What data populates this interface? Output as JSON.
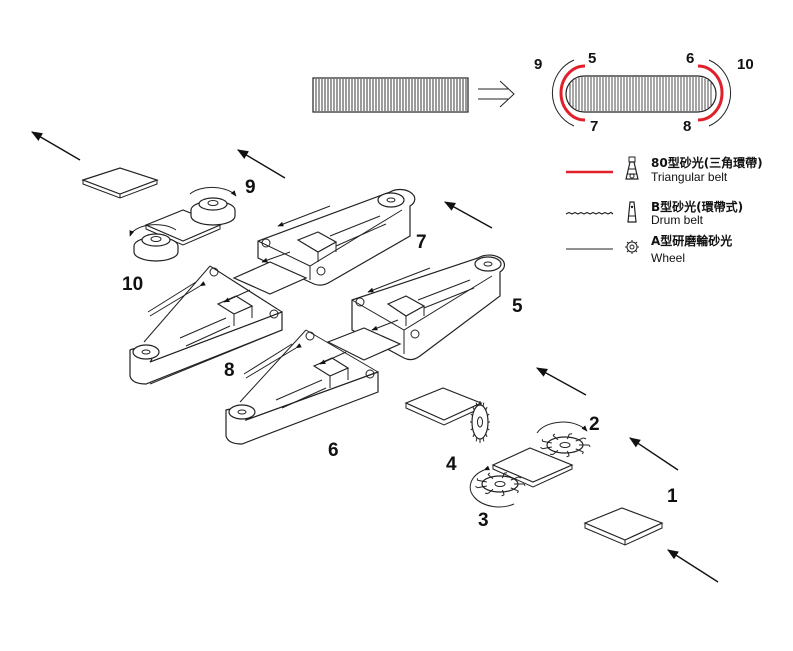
{
  "stations": [
    "1",
    "2",
    "3",
    "4",
    "5",
    "6",
    "7",
    "8",
    "9",
    "10"
  ],
  "profile_labels": [
    "9",
    "5",
    "6",
    "10",
    "7",
    "8"
  ],
  "legend": {
    "triangular": {
      "zh": "80型砂光(三角環帶)",
      "en": "Triangular belt",
      "color": "#e0202a",
      "icon": "triangular-belt-sander-icon"
    },
    "drum": {
      "zh": "B型砂光(環帶式)",
      "en": "Drum belt",
      "icon": "drum-belt-sander-icon"
    },
    "wheel": {
      "zh": "A型研磨輪砂光",
      "en": "Wheel",
      "icon": "abrasive-wheel-icon"
    }
  },
  "colors": {
    "line": "#222222",
    "red_belt": "#e0202a",
    "background": "#ffffff"
  }
}
